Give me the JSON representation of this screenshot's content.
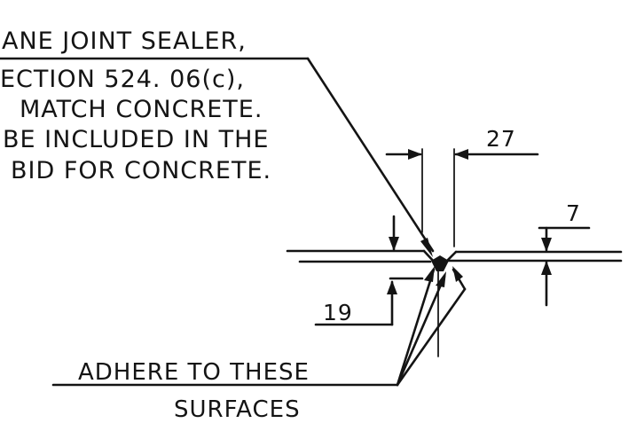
{
  "sealer_note": {
    "lines": [
      "ANE JOINT SEALER,",
      "ECTION 524. 06(c),",
      "MATCH CONCRETE.",
      "BE INCLUDED IN THE",
      "BID FOR CONCRETE."
    ]
  },
  "dimensions": {
    "width": "27",
    "depth_top": "7",
    "depth_bottom": "19"
  },
  "adhere_note": {
    "line1": "ADHERE TO THESE",
    "line2": "SURFACES"
  }
}
